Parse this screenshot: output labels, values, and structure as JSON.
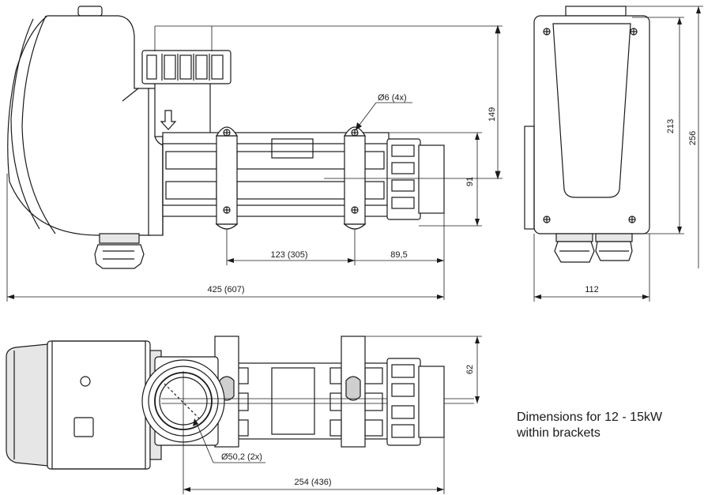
{
  "dimensions": {
    "overall_length": "425 (607)",
    "flange_spacing": "123 (305)",
    "end_offset": "89,5",
    "mount_hole": "Ø6 (4x)",
    "height_top": "149",
    "body_diameter": "91",
    "side_height_inner": "213",
    "side_height_total": "256",
    "side_width": "112",
    "bottom_depth": "62",
    "port_diameter": "Ø50,2 (2x)",
    "port_spacing": "254 (436)"
  },
  "note": {
    "line1": "Dimensions for 12 - 15kW",
    "line2": "within brackets"
  }
}
